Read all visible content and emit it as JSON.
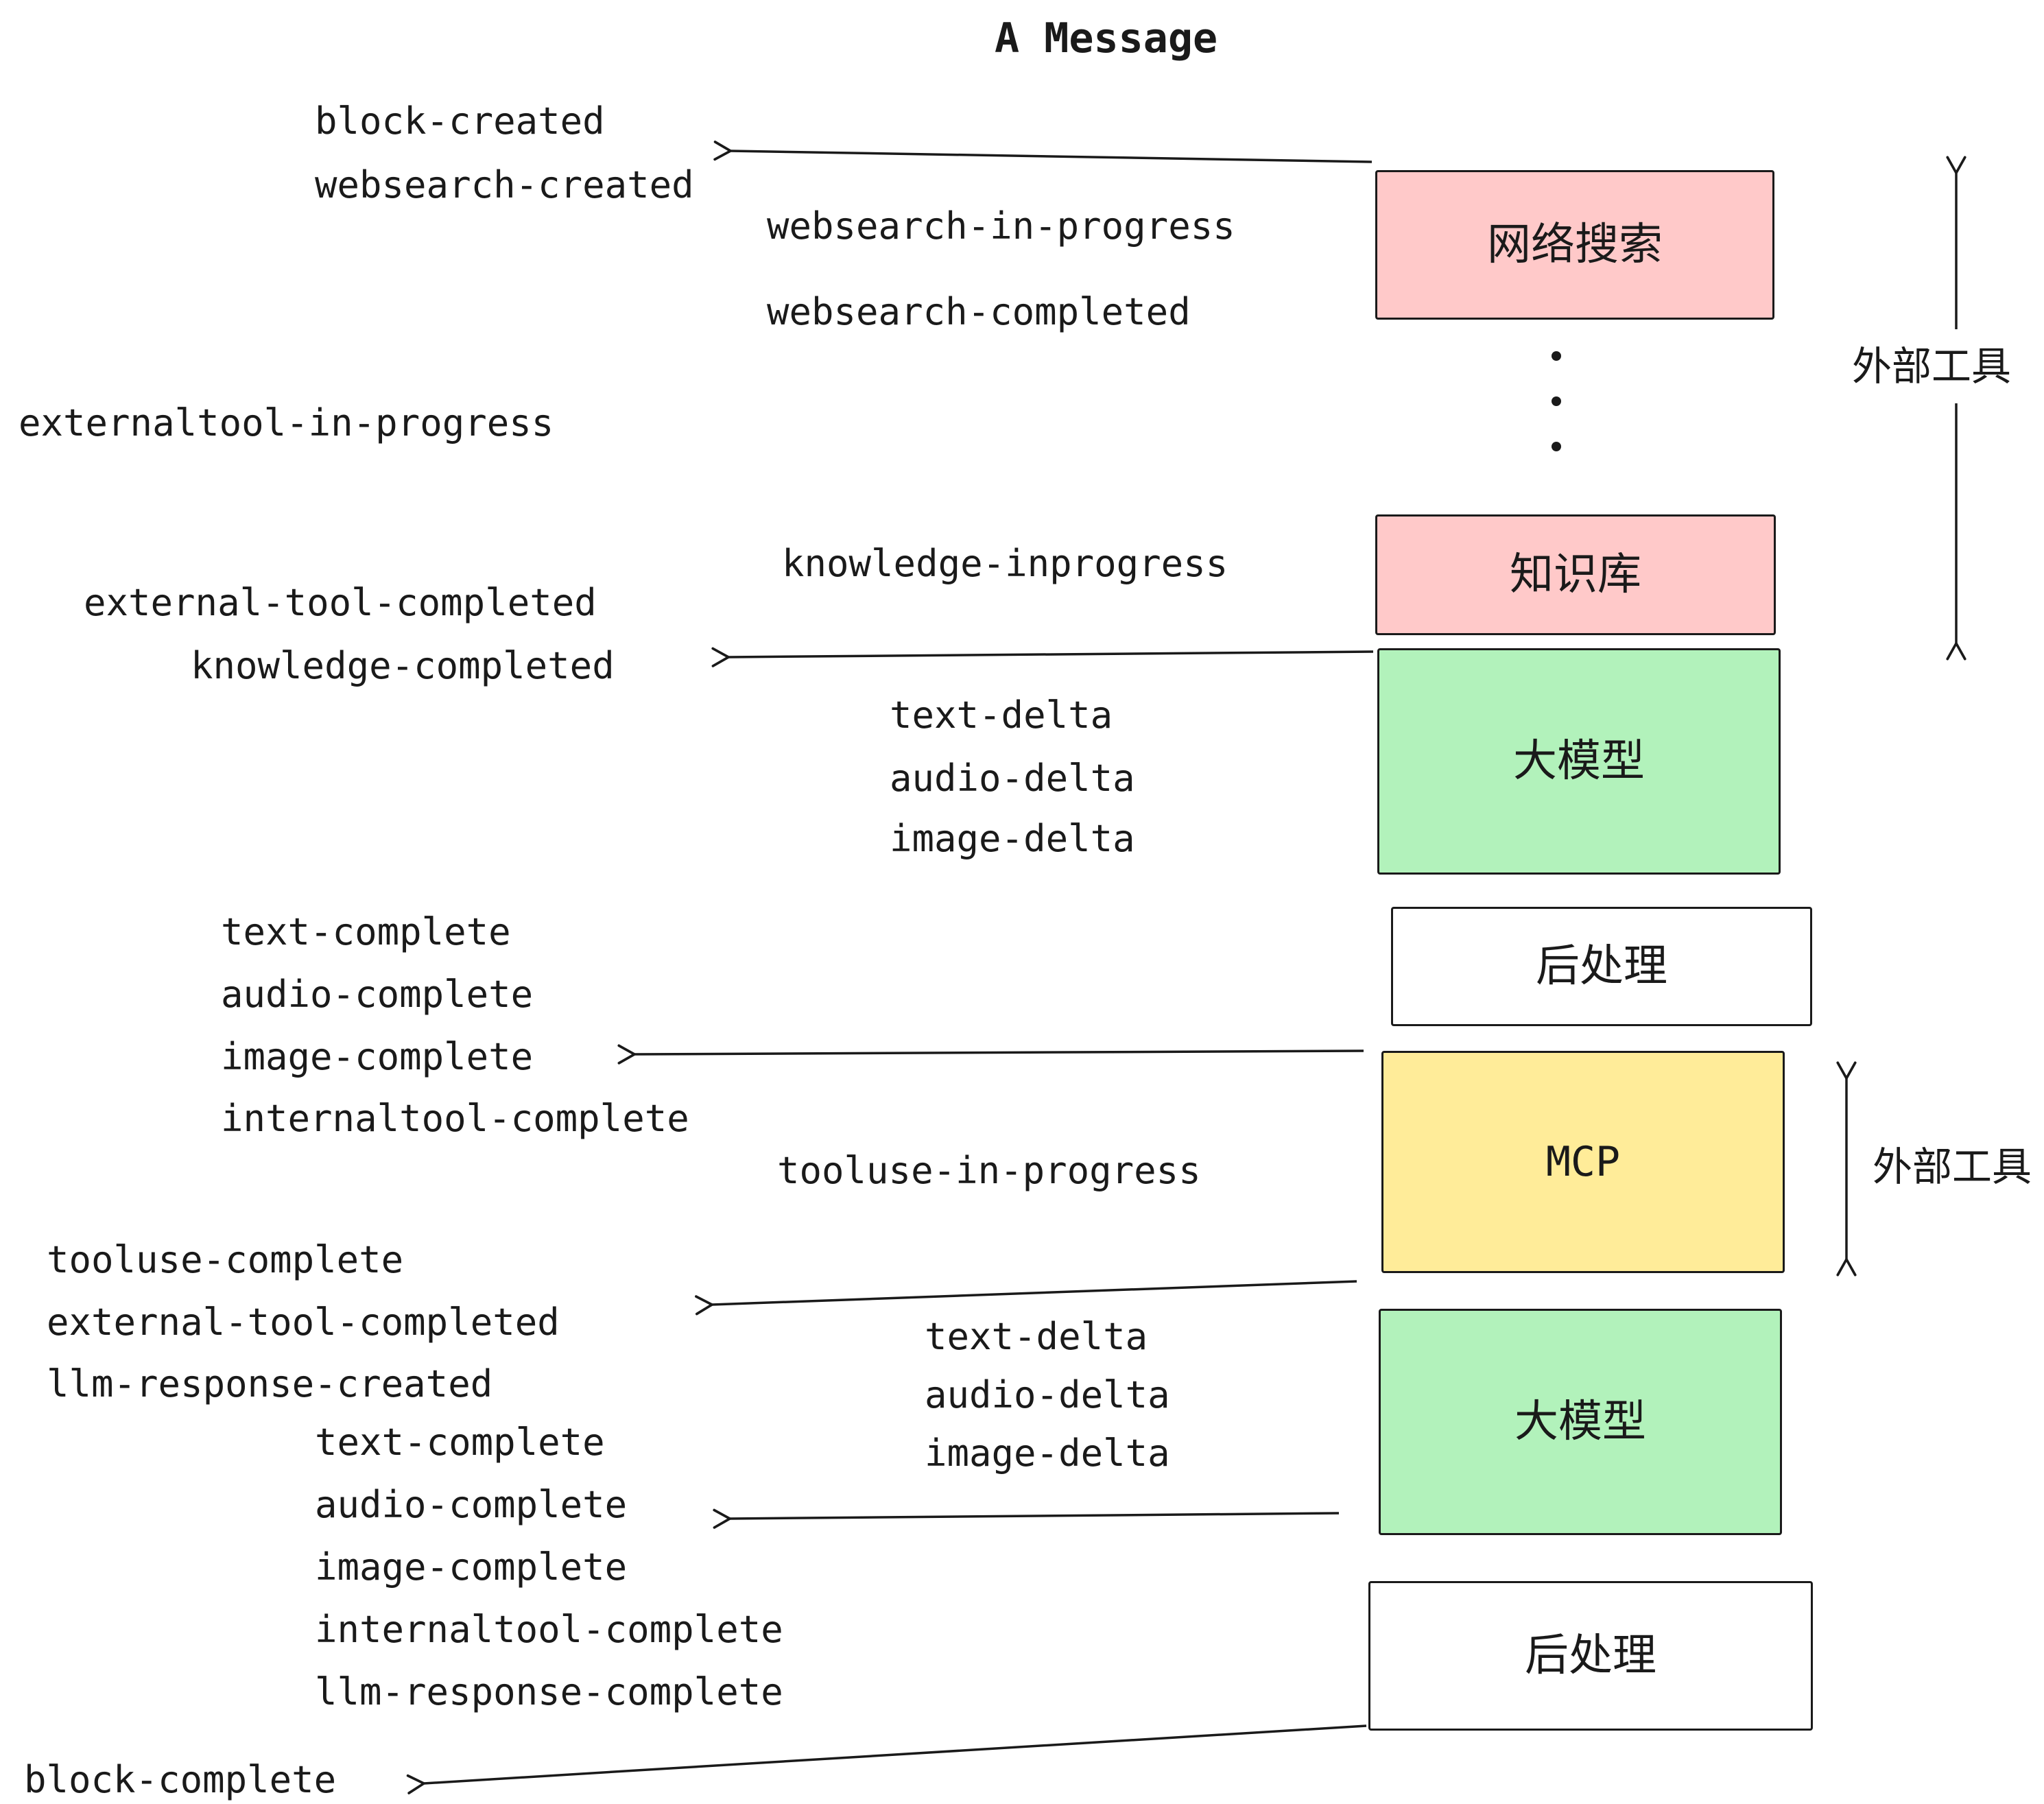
{
  "title": "A Message",
  "boxes": {
    "websearch": {
      "label": "网络搜索",
      "color": "#ffc9c9"
    },
    "knowledge": {
      "label": "知识库",
      "color": "#ffc9c9"
    },
    "llm_top": {
      "label": "大模型",
      "color": "#b2f2bb"
    },
    "post_top": {
      "label": "后处理",
      "color": "#ffffff"
    },
    "mcp": {
      "label": "MCP",
      "color": "#ffec99"
    },
    "llm_bottom": {
      "label": "大模型",
      "color": "#b2f2bb"
    },
    "post_bottom": {
      "label": "后处理",
      "color": "#ffffff"
    }
  },
  "events": {
    "block_created": "block-created",
    "websearch_created": "websearch-created",
    "websearch_in_progress": "websearch-in-progress",
    "websearch_completed": "websearch-completed",
    "externaltool_in_progress": "externaltool-in-progress",
    "knowledge_inprogress": "knowledge-inprogress",
    "external_tool_completed_1": "external-tool-completed",
    "knowledge_completed": "knowledge-completed",
    "text_delta_1": "text-delta",
    "audio_delta_1": "audio-delta",
    "image_delta_1": "image-delta",
    "text_complete_1": "text-complete",
    "audio_complete_1": "audio-complete",
    "image_complete_1": "image-complete",
    "internaltool_complete_1": "internaltool-complete",
    "tooluse_in_progress": "tooluse-in-progress",
    "tooluse_complete": "tooluse-complete",
    "external_tool_completed_2": "external-tool-completed",
    "llm_response_created": "llm-response-created",
    "text_delta_2": "text-delta",
    "audio_delta_2": "audio-delta",
    "image_delta_2": "image-delta",
    "text_complete_2": "text-complete",
    "audio_complete_2": "audio-complete",
    "image_complete_2": "image-complete",
    "internaltool_complete_2": "internaltool-complete",
    "llm_response_complete": "llm-response-complete",
    "block_complete": "block-complete"
  },
  "side_labels": {
    "external_tools_top": "外部工具",
    "external_tools_bottom": "外部工具"
  },
  "colors": {
    "ink": "#1a1a1a",
    "background": "#ffffff"
  }
}
